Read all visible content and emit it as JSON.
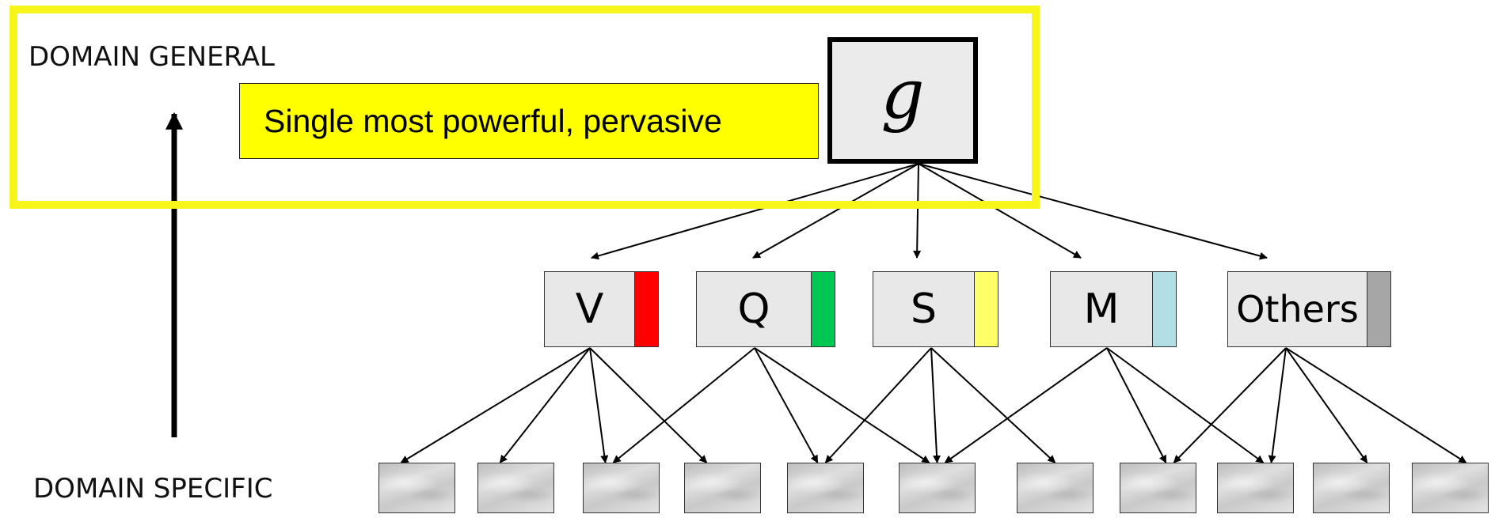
{
  "labels": {
    "domain_general": "DOMAIN GENERAL",
    "domain_specific": "DOMAIN SPECIFIC"
  },
  "callout": {
    "text": "Single most powerful, pervasive"
  },
  "general_factor": {
    "symbol": "g"
  },
  "factors": [
    {
      "label": "V",
      "color": "#ff0000"
    },
    {
      "label": "Q",
      "color": "#00c853"
    },
    {
      "label": "S",
      "color": "#ffff66"
    },
    {
      "label": "M",
      "color": "#b2dfe3"
    },
    {
      "label": "Others",
      "color": "#a6a6a6"
    }
  ],
  "colors": {
    "highlight": "#f7f51a",
    "callout_fill": "#ffff00",
    "box_fill": "#e8e8e8"
  }
}
